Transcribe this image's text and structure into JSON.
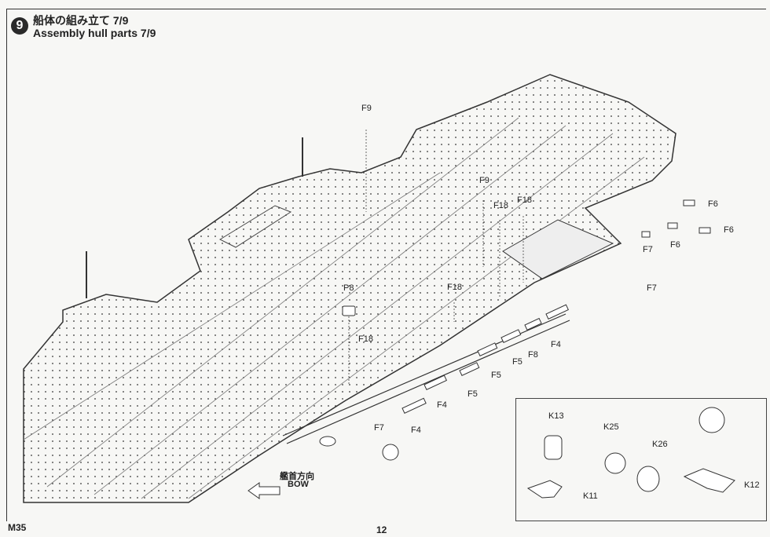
{
  "header": {
    "step_number": "9",
    "title_jp": "船体の組み立て 7/9",
    "title_en": "Assembly hull parts 7/9"
  },
  "part_labels": [
    {
      "id": "f9a",
      "text": "F9"
    },
    {
      "id": "f9b",
      "text": "F9"
    },
    {
      "id": "f18a",
      "text": "F18"
    },
    {
      "id": "f18b",
      "text": "F18"
    },
    {
      "id": "f6a",
      "text": "F6"
    },
    {
      "id": "f6b",
      "text": "F6"
    },
    {
      "id": "f6c",
      "text": "F6"
    },
    {
      "id": "f7a",
      "text": "F7"
    },
    {
      "id": "f7b",
      "text": "F7"
    },
    {
      "id": "p8",
      "text": "P8"
    },
    {
      "id": "f18c",
      "text": "F18"
    },
    {
      "id": "f18d",
      "text": "F18"
    },
    {
      "id": "f4a",
      "text": "F4"
    },
    {
      "id": "f8",
      "text": "F8"
    },
    {
      "id": "f5a",
      "text": "F5"
    },
    {
      "id": "f5b",
      "text": "F5"
    },
    {
      "id": "f5c",
      "text": "F5"
    },
    {
      "id": "f4b",
      "text": "F4"
    },
    {
      "id": "f4c",
      "text": "F4"
    },
    {
      "id": "f7c",
      "text": "F7"
    }
  ],
  "bow": {
    "jp": "艦首方向",
    "en": "BOW"
  },
  "inset_labels": [
    "K13",
    "K25",
    "K26",
    "K11",
    "K12"
  ],
  "footer": {
    "model_code": "M35",
    "page_number": "12"
  }
}
